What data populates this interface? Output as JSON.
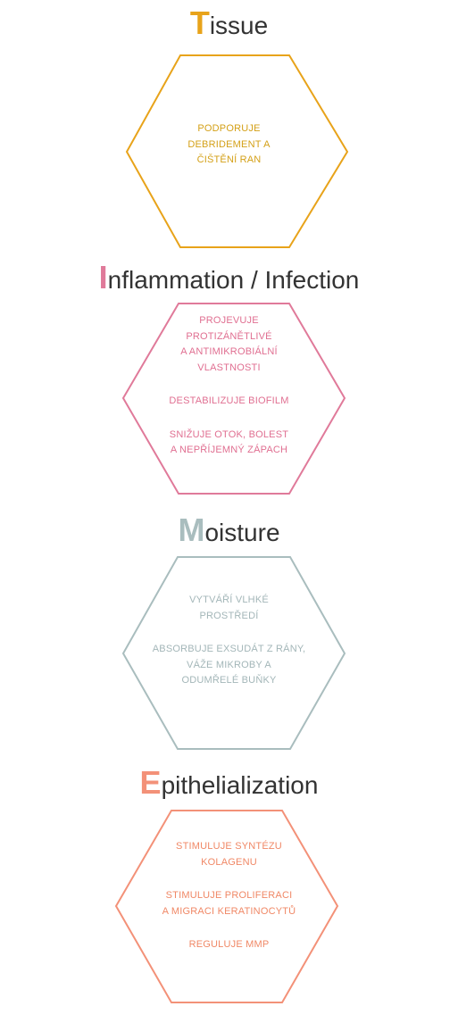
{
  "sections": [
    {
      "initial": "T",
      "rest": "issue",
      "color": "#E8A31A",
      "lines": [
        "PODPORUJE",
        "DEBRIDEMENT A",
        "ČIŠTĚNÍ RAN"
      ]
    },
    {
      "initial": "I",
      "rest": "nflammation / Infection",
      "color": "#E07A9A",
      "lines": [
        "PROJEVUJE",
        "PROTIZÁNĚTLIVÉ",
        "A ANTIMIKROBIÁLNÍ",
        "VLASTNOSTI",
        "DESTABILIZUJE BIOFILM",
        "SNIŽUJE OTOK, BOLEST",
        "A NEPŘÍJEMNÝ ZÁPACH"
      ]
    },
    {
      "initial": "M",
      "rest": "oisture",
      "color": "#A9BDBE",
      "lines": [
        "VYTVÁŘÍ VLHKÉ",
        "PROSTŘEDÍ",
        "ABSORBUJE EXSUDÁT Z RÁNY,",
        "VÁŽE MIKROBY A",
        "ODUMŘELÉ BUŇKY"
      ]
    },
    {
      "initial": "E",
      "rest": "pithelialization",
      "color": "#F39178",
      "lines": [
        "STIMULUJE SYNTÉZU",
        "KOLAGENU",
        "STIMULUJE PROLIFERACI",
        "A MIGRACI KERATINOCYTŮ",
        "REGULUJE MMP"
      ]
    }
  ]
}
